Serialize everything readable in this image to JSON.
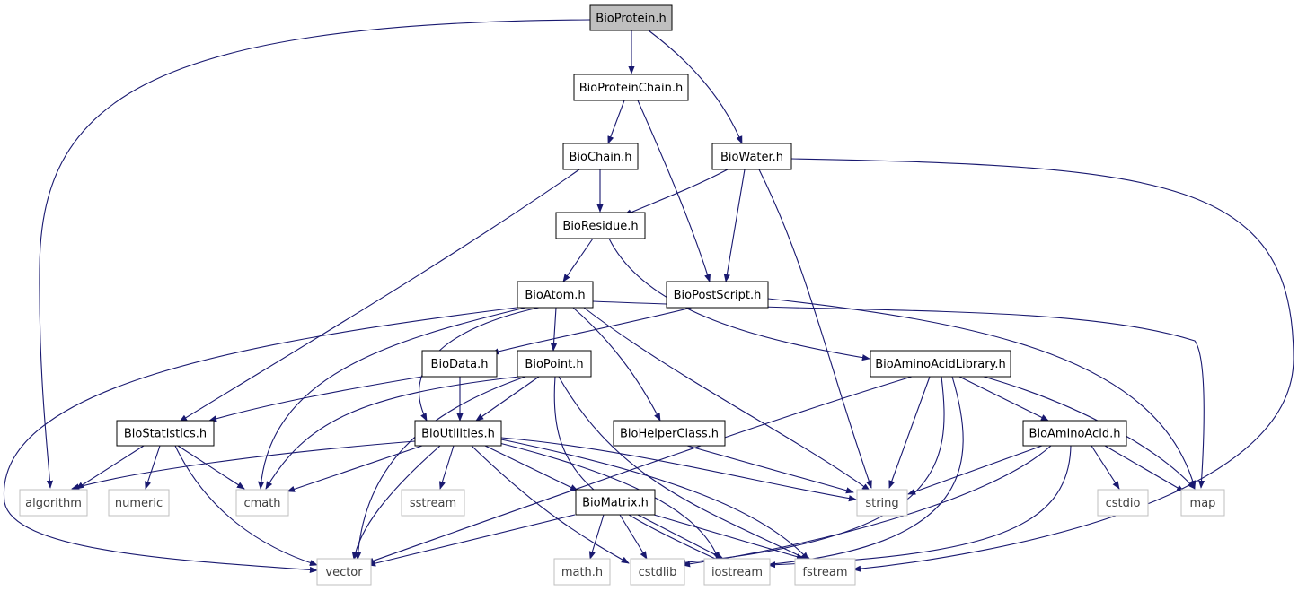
{
  "colors": {
    "edge": "#191970",
    "box_border": "#000000",
    "root_fill": "#bfbfbf",
    "system_border": "#bfbfbf",
    "system_text": "#404040",
    "text": "#000000",
    "background": "#ffffff"
  },
  "nodes": {
    "bioprotein": "BioProtein.h",
    "bioproteinchain": "BioProteinChain.h",
    "biochain": "BioChain.h",
    "biowater": "BioWater.h",
    "bioresidue": "BioResidue.h",
    "bioatom": "BioAtom.h",
    "biopostscript": "BioPostScript.h",
    "biodata": "BioData.h",
    "biopoint": "BioPoint.h",
    "bioaminoacidlibrary": "BioAminoAcidLibrary.h",
    "biostatistics": "BioStatistics.h",
    "bioutilities": "BioUtilities.h",
    "biohelperclass": "BioHelperClass.h",
    "bioaminoacid": "BioAminoAcid.h",
    "biomatrix": "BioMatrix.h",
    "algorithm": "algorithm",
    "numeric": "numeric",
    "cmath": "cmath",
    "sstream": "sstream",
    "string": "string",
    "cstdio": "cstdio",
    "map": "map",
    "vector": "vector",
    "math_h": "math.h",
    "cstdlib": "cstdlib",
    "iostream": "iostream",
    "fstream": "fstream"
  }
}
